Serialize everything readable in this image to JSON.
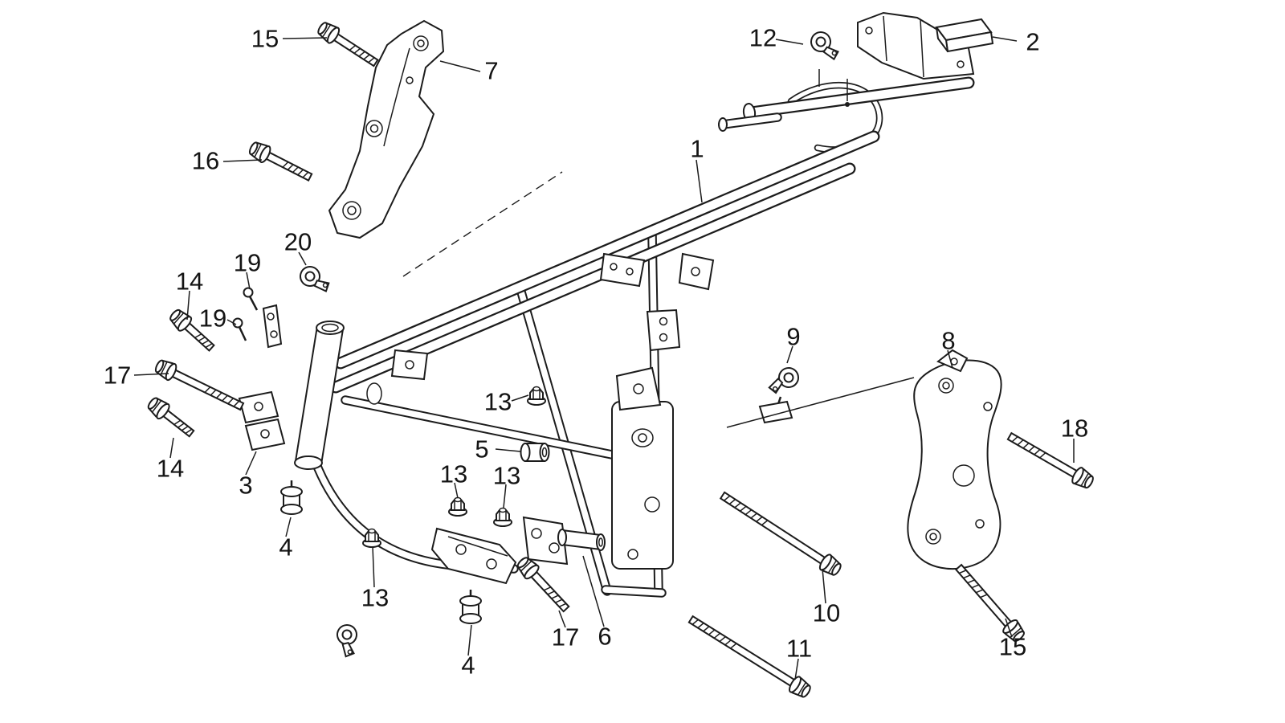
{
  "colors": {
    "ink": "#1c1c1c",
    "paper": "#ffffff"
  },
  "diagram": {
    "type": "exploded-parts-diagram",
    "callouts": [
      {
        "label": "15"
      },
      {
        "label": "7"
      },
      {
        "label": "12"
      },
      {
        "label": "2"
      },
      {
        "label": "16"
      },
      {
        "label": "1"
      },
      {
        "label": "20"
      },
      {
        "label": "19"
      },
      {
        "label": "14"
      },
      {
        "label": "19"
      },
      {
        "label": "17"
      },
      {
        "label": "14"
      },
      {
        "label": "3"
      },
      {
        "label": "4"
      },
      {
        "label": "13"
      },
      {
        "label": "5"
      },
      {
        "label": "13"
      },
      {
        "label": "13"
      },
      {
        "label": "13"
      },
      {
        "label": "9"
      },
      {
        "label": "8"
      },
      {
        "label": "18"
      },
      {
        "label": "10"
      },
      {
        "label": "15"
      },
      {
        "label": "17"
      },
      {
        "label": "6"
      },
      {
        "label": "4"
      },
      {
        "label": "11"
      }
    ]
  }
}
